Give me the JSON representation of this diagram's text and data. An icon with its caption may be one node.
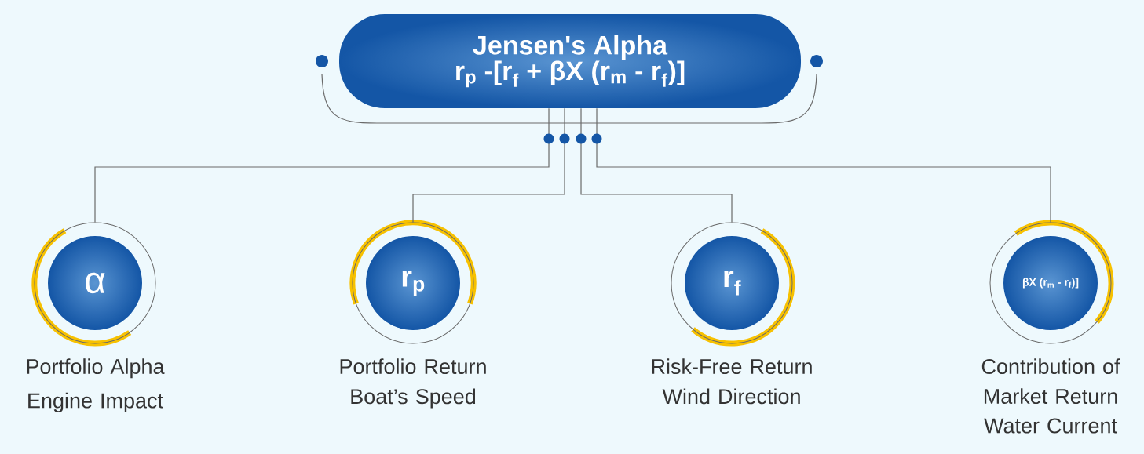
{
  "diagram": {
    "nodes": [
      {
        "text": [
          "Jensen's Alpha",
          "r$_{p}$ -[r$_{f}$ + βX (r$_{m}$ - r$_{f}$)]"
        ]
      },
      {
        "text": [
          "α"
        ],
        "beside": [
          "Portfolio Alpha",
          "Engine Impact"
        ]
      },
      {
        "text": [
          "r$_{p}$"
        ],
        "beside": [
          "Portfolio Return",
          "Boat’s Speed"
        ]
      },
      {
        "text": [
          "r$_{f}$"
        ],
        "beside": [
          "Risk-Free Return",
          "Wind Direction"
        ]
      },
      {
        "text": [
          "βX (r$_{m}$ - r$_{f}$)]"
        ],
        "beside": [
          "Contribution of Market Return",
          "Water Current"
        ]
      }
    ],
    "edges": [
      {
        "from": 0,
        "to": 1,
        "arrow": "none"
      },
      {
        "from": 0,
        "to": 2,
        "arrow": "none"
      },
      {
        "from": 0,
        "to": 3,
        "arrow": "none"
      },
      {
        "from": 0,
        "to": 4,
        "arrow": "none"
      }
    ]
  }
}
